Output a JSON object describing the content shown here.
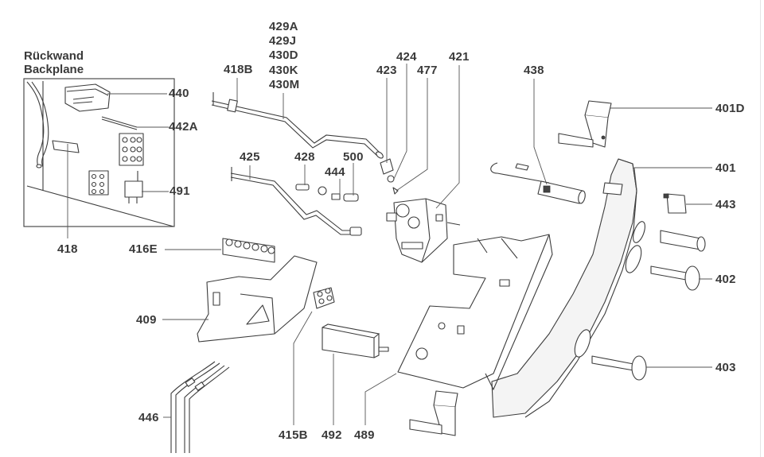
{
  "diagram": {
    "type": "exploded-parts-diagram",
    "inset": {
      "title_de": "Rückwand",
      "title_en": "Backplane"
    },
    "parts": [
      {
        "id": "440"
      },
      {
        "id": "442A"
      },
      {
        "id": "491"
      },
      {
        "id": "418"
      },
      {
        "id": "418B"
      },
      {
        "id": "429A"
      },
      {
        "id": "429J"
      },
      {
        "id": "430D"
      },
      {
        "id": "430K"
      },
      {
        "id": "430M"
      },
      {
        "id": "425"
      },
      {
        "id": "428"
      },
      {
        "id": "444"
      },
      {
        "id": "500"
      },
      {
        "id": "423"
      },
      {
        "id": "424"
      },
      {
        "id": "477"
      },
      {
        "id": "421"
      },
      {
        "id": "438"
      },
      {
        "id": "401D"
      },
      {
        "id": "401"
      },
      {
        "id": "443"
      },
      {
        "id": "402"
      },
      {
        "id": "403"
      },
      {
        "id": "416E"
      },
      {
        "id": "409"
      },
      {
        "id": "446"
      },
      {
        "id": "415B"
      },
      {
        "id": "492"
      },
      {
        "id": "489"
      }
    ]
  }
}
